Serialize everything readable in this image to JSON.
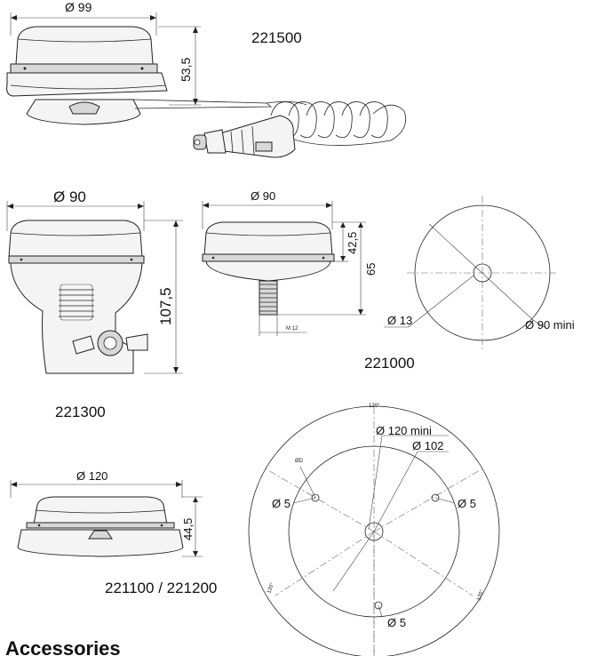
{
  "part_221500": {
    "code": "221500",
    "diameter_label": "Ø 99",
    "height_label": "53,5"
  },
  "part_221300": {
    "code": "221300",
    "diameter_label": "Ø 90",
    "height_label": "107,5"
  },
  "part_221000": {
    "code": "221000",
    "diameter_label": "Ø 90",
    "height_dome_label": "42,5",
    "height_total_label": "65",
    "thread_label": "M 12",
    "hole_label": "Ø 13",
    "mount_label": "Ø 90 mini"
  },
  "part_221100": {
    "code": "221100 / 221200",
    "diameter_label": "Ø 120",
    "height_label": "44,5"
  },
  "mount_plan": {
    "angle_top": "120°",
    "angle_left": "120°",
    "angle_right": "120°",
    "outer_label": "Ø 120 mini",
    "circle_label": "Ø 102",
    "od_label": "ØD",
    "hole_left_label": "Ø 5",
    "hole_right_label": "Ø 5",
    "hole_bottom_label": "Ø 5"
  },
  "section_heading": "Accessories"
}
